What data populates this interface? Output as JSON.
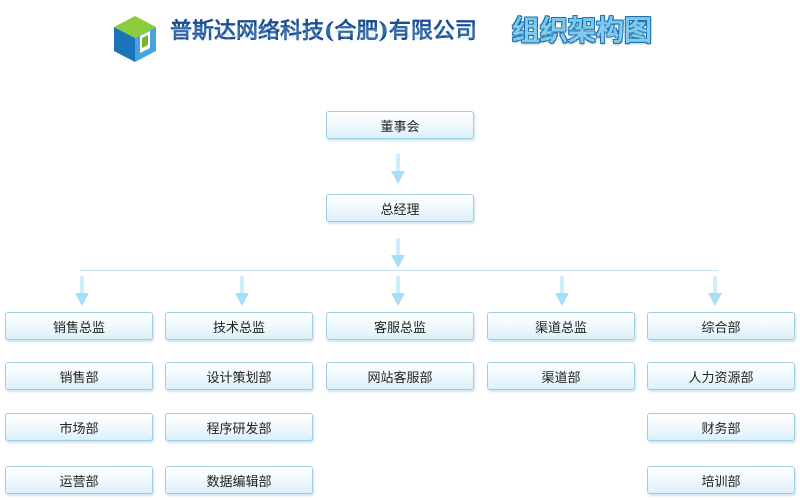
{
  "header": {
    "company": "普斯达网络科技(合肥)有限公司",
    "chart_title": "组织架构图"
  },
  "colors": {
    "box_border": "#9fcde3",
    "arrow": "#bfe6f7",
    "title_blue": "#1b4f93",
    "logo_blue": "#1c74b8",
    "logo_green": "#7ab52b"
  },
  "board": "董事会",
  "gm": "总经理",
  "departments": [
    {
      "head": "销售总监",
      "units": [
        "销售部",
        "市场部",
        "运营部"
      ]
    },
    {
      "head": "技术总监",
      "units": [
        "设计策划部",
        "程序研发部",
        "数据编辑部"
      ]
    },
    {
      "head": "客服总监",
      "units": [
        "网站客服部"
      ]
    },
    {
      "head": "渠道总监",
      "units": [
        "渠道部"
      ]
    },
    {
      "head": "综合部",
      "units": [
        "人力资源部",
        "财务部",
        "培训部"
      ]
    }
  ]
}
